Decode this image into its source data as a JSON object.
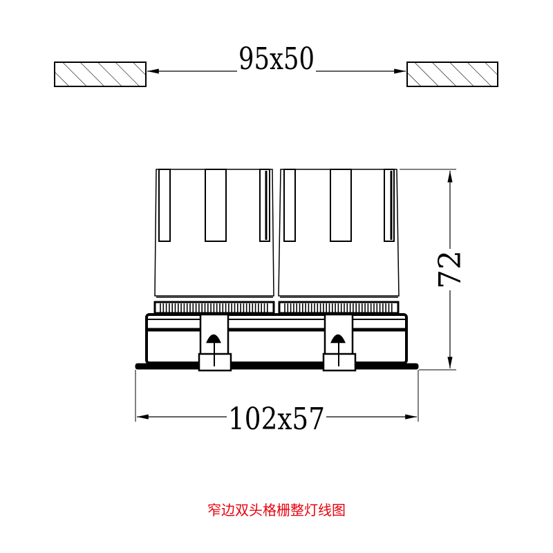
{
  "dimensions": {
    "cutout": "95x50",
    "height": "72",
    "overall": "102x57"
  },
  "caption": "窄边双头格栅整灯线图",
  "colors": {
    "line": "#000000",
    "caption": "#e8000b"
  }
}
